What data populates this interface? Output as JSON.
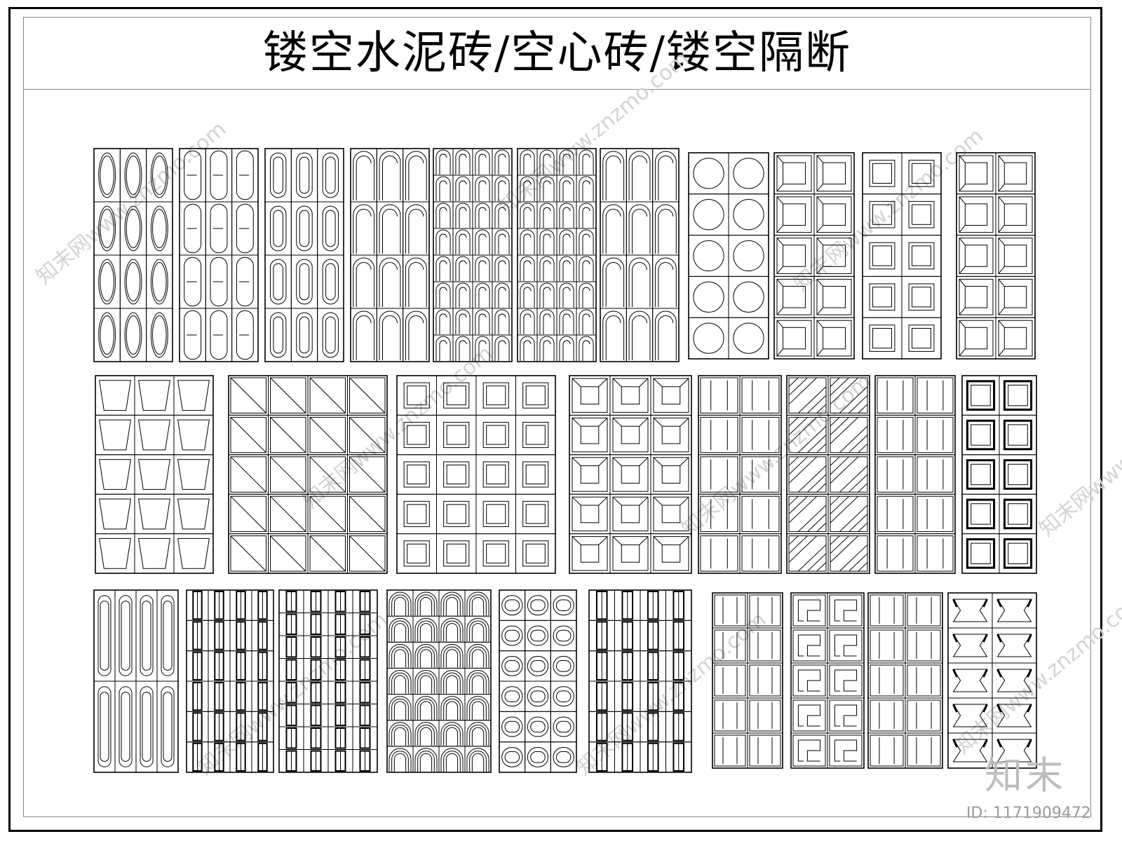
{
  "title": "镂空水泥砖/空心砖/镂空隔断",
  "logo_text": "知末",
  "id_label": "ID: 1171909472",
  "watermark_text": "知末网www.znzmo.com",
  "colors": {
    "line": "#000000",
    "thin": "#3a3a3a",
    "watermark": "#d3d3d3",
    "logo": "#bdbdbd"
  },
  "panels": [
    {
      "row": 1,
      "pattern": "oval-pill",
      "cols": 3,
      "rows": 4
    },
    {
      "row": 1,
      "pattern": "u-pill",
      "cols": 3,
      "rows": 4
    },
    {
      "row": 1,
      "pattern": "tall-oval",
      "cols": 3,
      "rows": 4
    },
    {
      "row": 1,
      "pattern": "arch-tall",
      "cols": 3,
      "rows": 4
    },
    {
      "row": 1,
      "pattern": "arch-small",
      "cols": 4,
      "rows": 8
    },
    {
      "row": 1,
      "pattern": "arch-small",
      "cols": 4,
      "rows": 8
    },
    {
      "row": 1,
      "pattern": "arch-tall",
      "cols": 3,
      "rows": 4
    },
    {
      "row": 1,
      "pattern": "circle",
      "cols": 2,
      "rows": 5
    },
    {
      "row": 1,
      "pattern": "bevel",
      "cols": 2,
      "rows": 5
    },
    {
      "row": 1,
      "pattern": "square-inset",
      "cols": 2,
      "rows": 5
    },
    {
      "row": 1,
      "pattern": "bevel",
      "cols": 2,
      "rows": 5
    },
    {
      "row": 2,
      "pattern": "trapezoid",
      "cols": 3,
      "rows": 5
    },
    {
      "row": 2,
      "pattern": "diagonal",
      "cols": 4,
      "rows": 5
    },
    {
      "row": 2,
      "pattern": "square-inset",
      "cols": 4,
      "rows": 5
    },
    {
      "row": 2,
      "pattern": "corner-bevel",
      "cols": 3,
      "rows": 5
    },
    {
      "row": 2,
      "pattern": "vertical-lines",
      "cols": 2,
      "rows": 5
    },
    {
      "row": 2,
      "pattern": "hatch",
      "cols": 2,
      "rows": 5
    },
    {
      "row": 2,
      "pattern": "vertical-lines",
      "cols": 2,
      "rows": 5
    },
    {
      "row": 2,
      "pattern": "bold-frame",
      "cols": 2,
      "rows": 5
    },
    {
      "row": 3,
      "pattern": "long-oval",
      "cols": 4,
      "rows": 2
    },
    {
      "row": 3,
      "pattern": "slats",
      "cols": 4,
      "rows": 6
    },
    {
      "row": 3,
      "pattern": "slats",
      "cols": 4,
      "rows": 8
    },
    {
      "row": 3,
      "pattern": "arch-nested",
      "cols": 4,
      "rows": 7
    },
    {
      "row": 3,
      "pattern": "pill-nested",
      "cols": 3,
      "rows": 6
    },
    {
      "row": 3,
      "pattern": "slats",
      "cols": 4,
      "rows": 6
    },
    {
      "row": 3,
      "pattern": "vertical-lines",
      "cols": 2,
      "rows": 5
    },
    {
      "row": 3,
      "pattern": "meander",
      "cols": 2,
      "rows": 5
    },
    {
      "row": 3,
      "pattern": "vertical-lines",
      "cols": 2,
      "rows": 5
    },
    {
      "row": 3,
      "pattern": "bowtie",
      "cols": 2,
      "rows": 5
    }
  ]
}
